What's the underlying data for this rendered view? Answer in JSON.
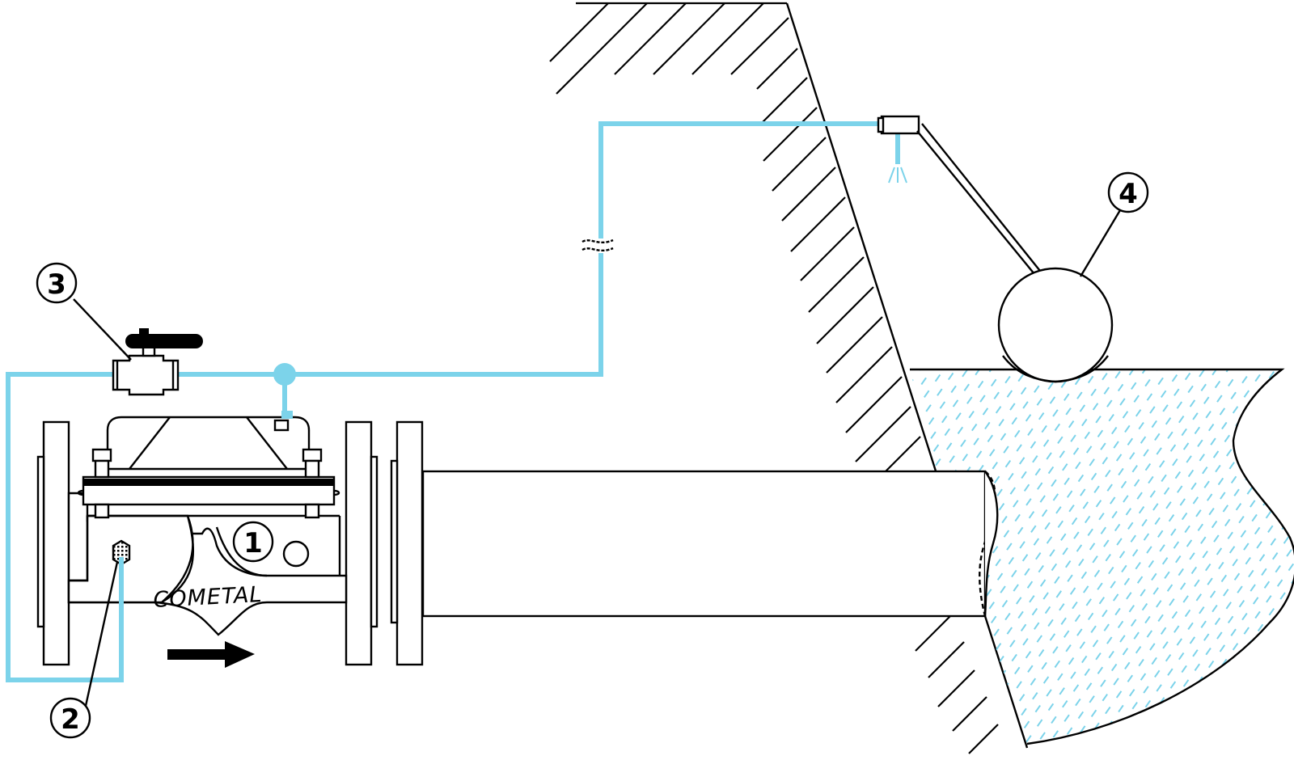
{
  "diagram": {
    "brand": "COMETAL",
    "callouts": [
      {
        "id": "1",
        "label": "1"
      },
      {
        "id": "2",
        "label": "2"
      },
      {
        "id": "3",
        "label": "3"
      },
      {
        "id": "4",
        "label": "4"
      }
    ],
    "colors": {
      "line": "#000000",
      "control_tubing": "#7cd3ea",
      "water": "#7cd3ea",
      "background": "#ffffff"
    },
    "icons": [
      "flow-direction-arrow-icon",
      "ball-valve-icon",
      "float-ball-icon",
      "filter-icon"
    ]
  }
}
